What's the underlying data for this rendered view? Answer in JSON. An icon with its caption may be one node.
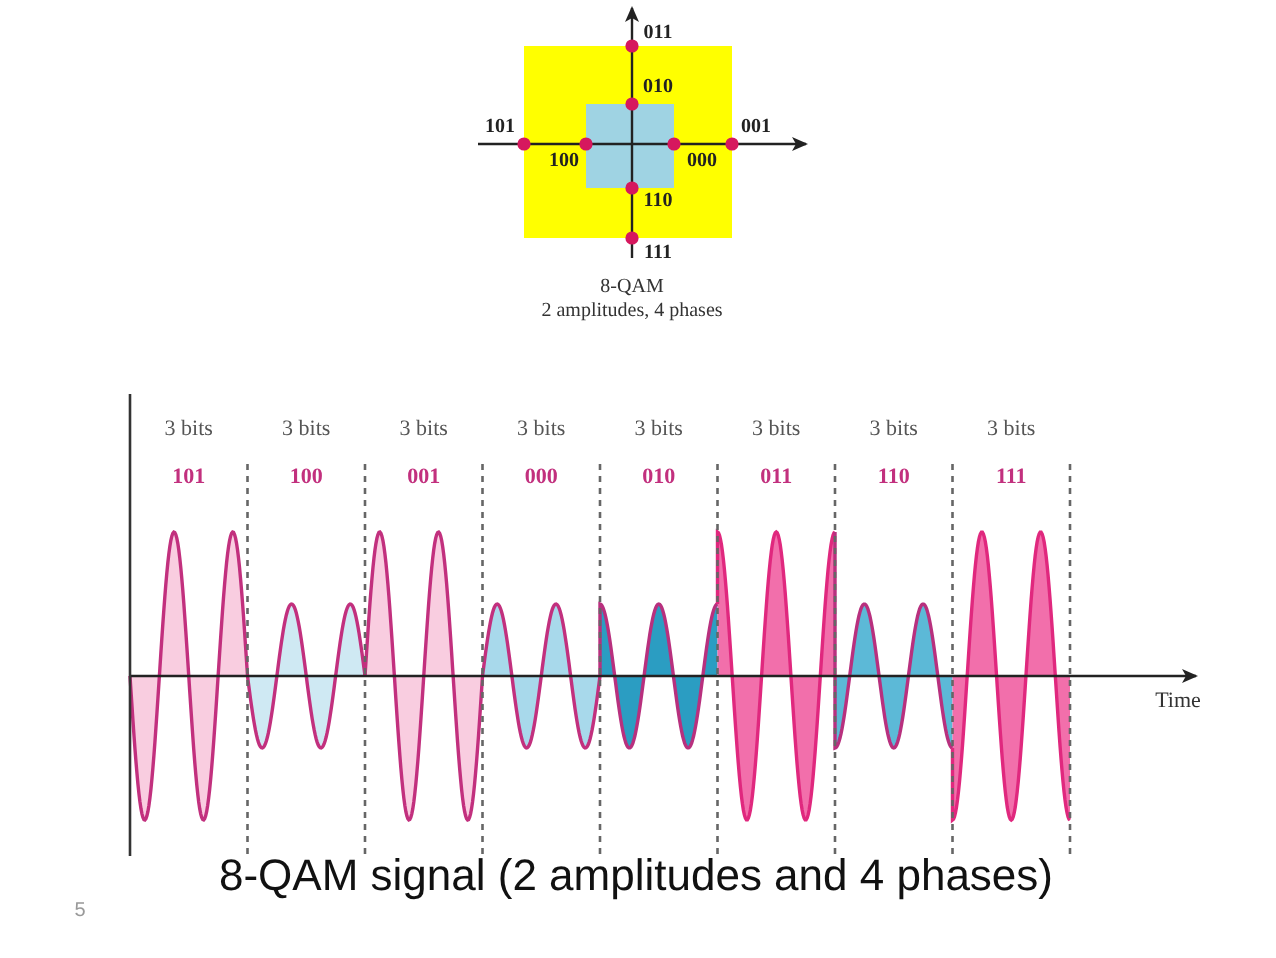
{
  "diagram": {
    "caption": "8-QAM signal (2 amplitudes and 4 phases)",
    "labels": [
      "011",
      "010",
      "101",
      "001",
      "100",
      "000",
      "110",
      "111",
      "8-QAM",
      "2 amplitudes, 4 phases",
      "3 bits",
      "3 bits",
      "3 bits",
      "3 bits",
      "3 bits",
      "3 bits",
      "3 bits",
      "3 bits",
      "101",
      "100",
      "001",
      "000",
      "010",
      "011",
      "110",
      "111",
      "Time",
      "5"
    ]
  }
}
